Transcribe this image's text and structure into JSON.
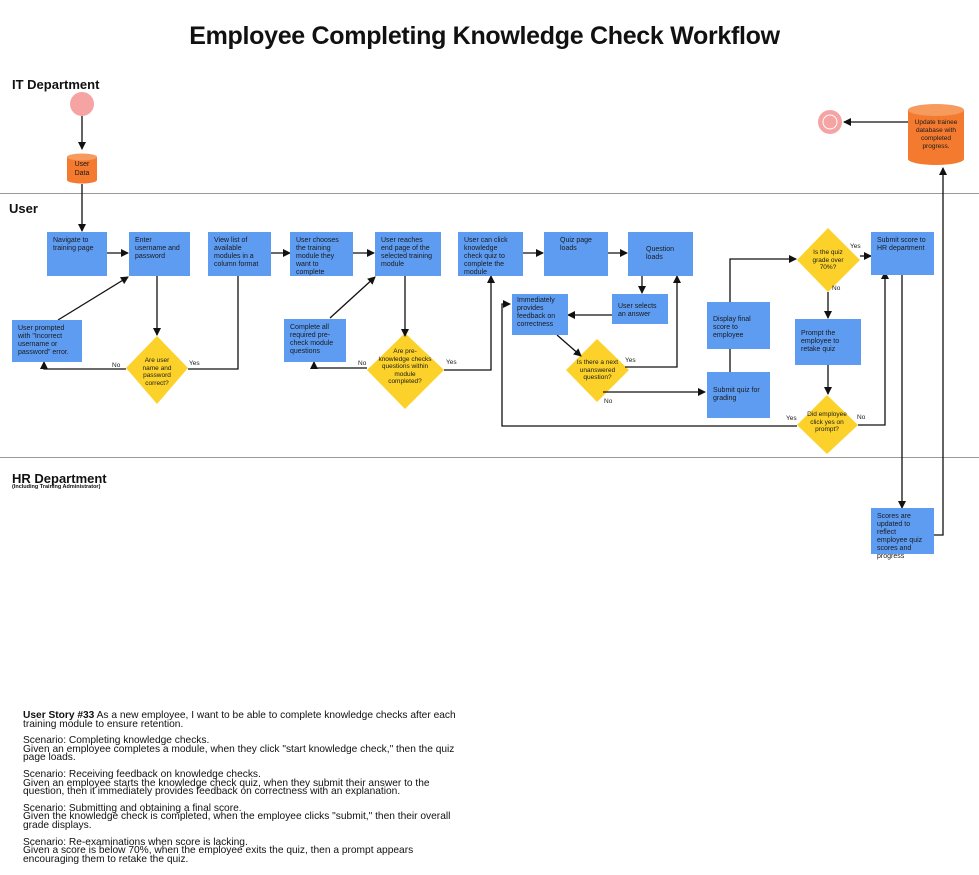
{
  "title": "Employee Completing Knowledge Check Workflow",
  "lanes": {
    "it": "IT Department",
    "user": "User",
    "hr": "HR Department",
    "hr_sub": "(Including Training Administrator)"
  },
  "nodes": {
    "user_data": "User Data",
    "update_db": "Update trainee database with completed progress.",
    "navigate": "Navigate to training page",
    "enter_creds": "Enter username and password",
    "view_list": "View list of available modules in a column format",
    "choose_module": "User chooses the training module they want to complete",
    "reach_end": "User reaches end page of the selected training module",
    "click_check": "User can click knowledge check quiz to complete the module",
    "quiz_loads": "Quiz page loads",
    "question_loads": "Question loads",
    "submit_hr": "Submit score to HR department",
    "prompted_error": "User prompted with \"Incorrect username or password\" error.",
    "complete_precheck": "Complete all required pre-check module questions",
    "feedback": "Immediately provides feedback on correctness",
    "selects_answer": "User selects an answer",
    "display_score": "Display final score to employee",
    "prompt_retake": "Prompt the employee to retake quiz",
    "submit_quiz": "Submit quiz for grading",
    "scores_updated": "Scores are updated to reflect employee quiz scores and progress"
  },
  "decisions": {
    "creds_correct": "Are user name and password correct?",
    "precheck_done": "Are pre-knowledge checks questions within module completed?",
    "next_question": "Is there a next unanswered question?",
    "grade_over": "Is the quiz grade over 70%?",
    "click_yes": "Did employee click yes on prompt?"
  },
  "edge_labels": {
    "yes": "Yes",
    "no": "No"
  },
  "story": {
    "heading": "User Story #33",
    "intro": " As a new employee, I want to be able to complete knowledge checks after each training module to ensure retention.",
    "scenarios": [
      {
        "title": "Scenario: Completing knowledge checks.",
        "body": "Given an employee completes a module, when they click \"start knowledge check,\" then the quiz page loads."
      },
      {
        "title": "Scenario: Receiving feedback on knowledge checks.",
        "body": "Given an employee starts the knowledge check quiz, when they submit their answer to the question, then it immediately provides feedback on correctness with an explanation."
      },
      {
        "title": "Scenario: Submitting and obtaining a final score.",
        "body": "Given the knowledge check is completed, when the employee clicks \"submit,\" then their overall grade displays."
      },
      {
        "title": "Scenario: Re-examinations when score is lacking.",
        "body": "Given a score is below 70%, when the employee exits the quiz, then a prompt appears encouraging them to retake the quiz."
      }
    ]
  },
  "colors": {
    "process": "#5e9cf2",
    "decision": "#fcd22a",
    "start": "#f6a3a3",
    "database": "#f47a30",
    "lane_line": "#9a9a9a"
  }
}
